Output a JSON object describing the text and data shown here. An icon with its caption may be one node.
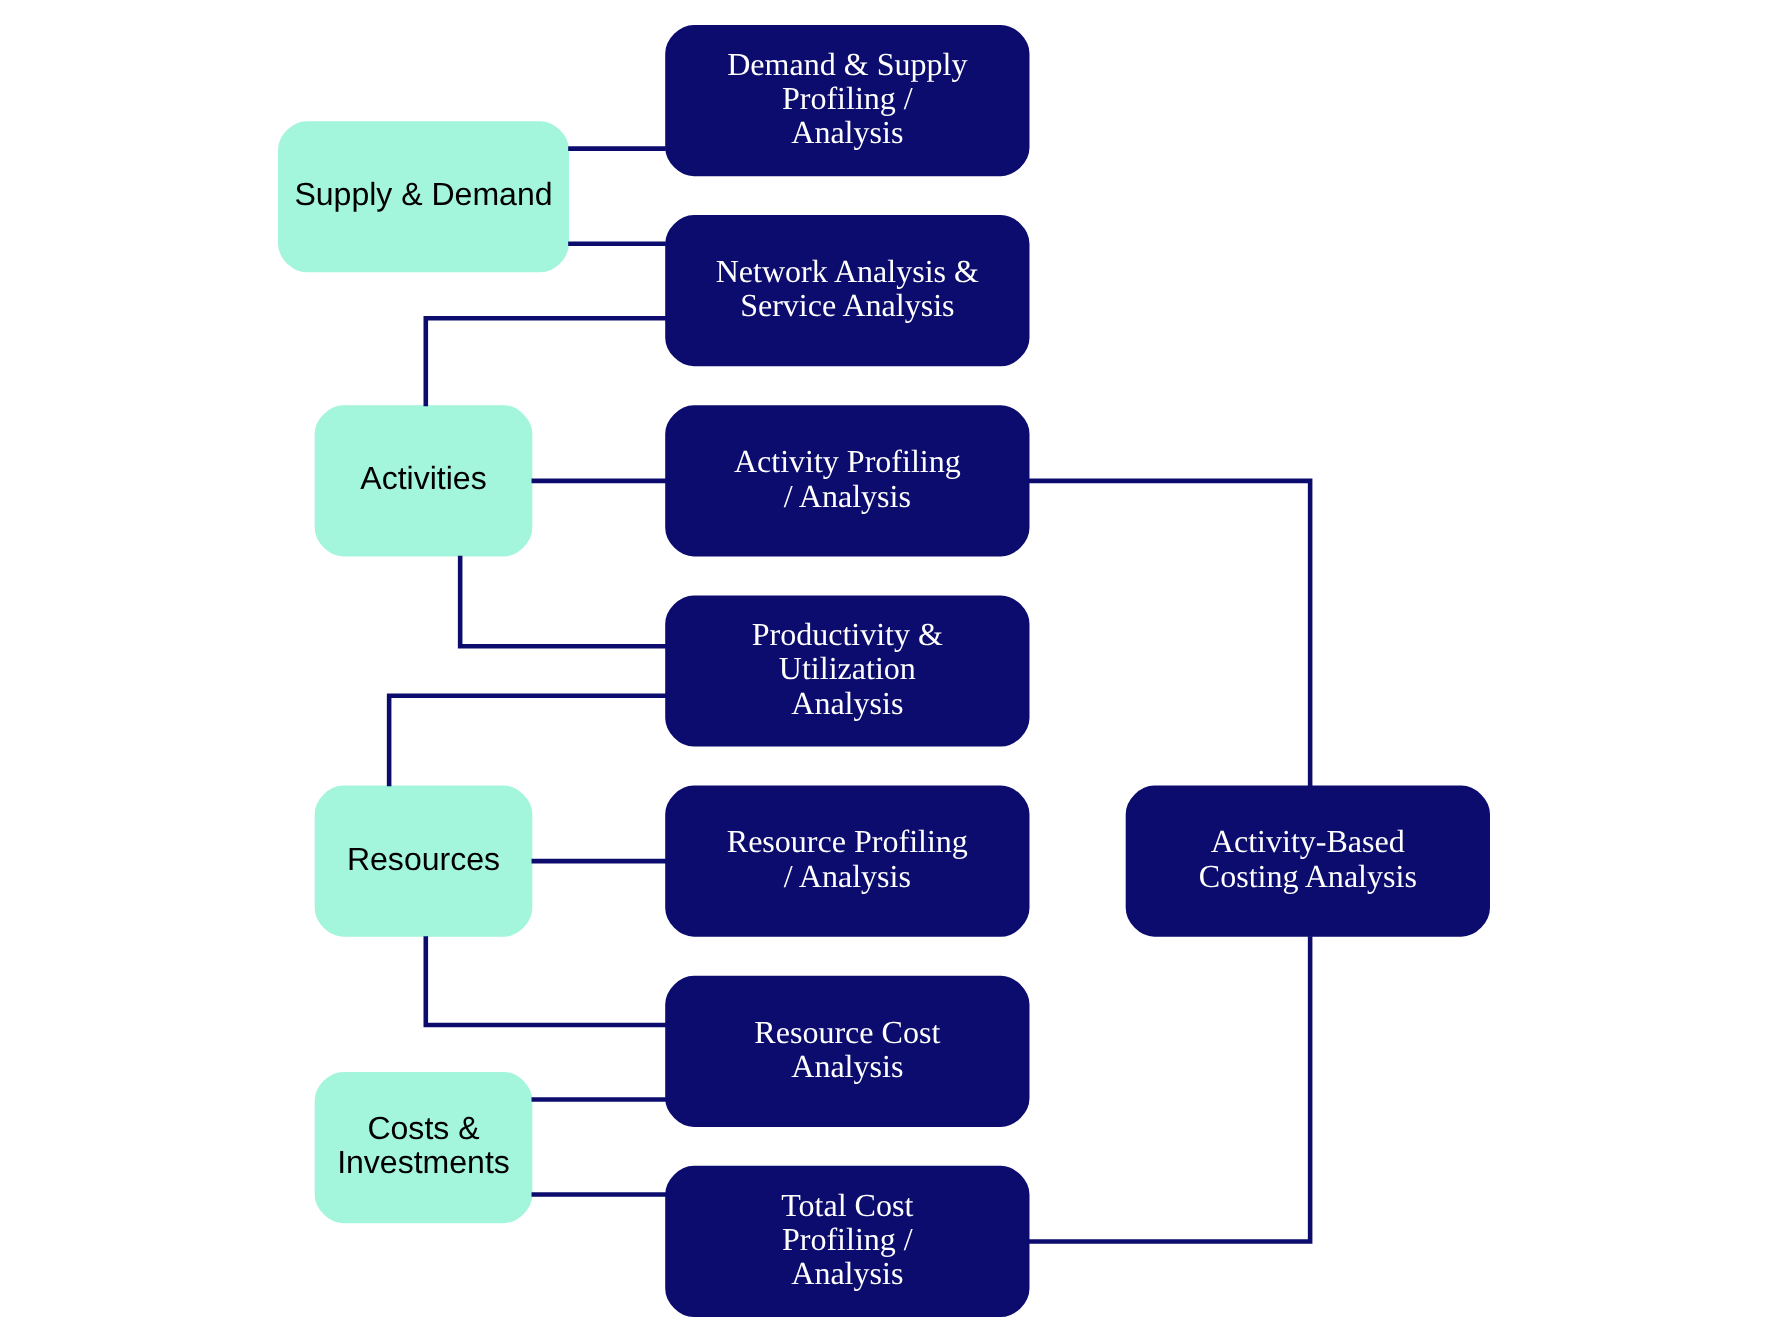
{
  "diagram": {
    "nodes": [
      {
        "text": [
          "Supply & Demand"
        ]
      },
      {
        "text": [
          "Demand & Supply Profiling / Analysis"
        ]
      },
      {
        "text": [
          "Network Analysis & Service Analysis"
        ]
      },
      {
        "text": [
          "Activities"
        ]
      },
      {
        "text": [
          "Activity Profiling / Analysis"
        ]
      },
      {
        "text": [
          "Productivity & Utilization Analysis"
        ]
      },
      {
        "text": [
          "Activity-Based Costing Analysis"
        ]
      },
      {
        "text": [
          "Resources"
        ]
      },
      {
        "text": [
          "Resource Profiling / Analysis"
        ]
      },
      {
        "text": [
          "Resource Cost Analysis"
        ]
      },
      {
        "text": [
          "Costs & Investments"
        ]
      },
      {
        "text": [
          "Total Cost Profiling / Analysis"
        ]
      }
    ],
    "edges": [
      {
        "from": 0,
        "to": 1,
        "arrow": "none"
      },
      {
        "from": 0,
        "to": 2,
        "arrow": "none"
      },
      {
        "from": 3,
        "to": 2,
        "arrow": "none"
      },
      {
        "from": 3,
        "to": 4,
        "arrow": "none"
      },
      {
        "from": 3,
        "to": 5,
        "arrow": "none"
      },
      {
        "from": 7,
        "to": 5,
        "arrow": "none"
      },
      {
        "from": 7,
        "to": 8,
        "arrow": "none"
      },
      {
        "from": 7,
        "to": 9,
        "arrow": "none"
      },
      {
        "from": 10,
        "to": 9,
        "arrow": "none"
      },
      {
        "from": 10,
        "to": 11,
        "arrow": "none"
      },
      {
        "from": 4,
        "to": 6,
        "arrow": "none"
      },
      {
        "from": 11,
        "to": 6,
        "arrow": "none"
      }
    ]
  }
}
